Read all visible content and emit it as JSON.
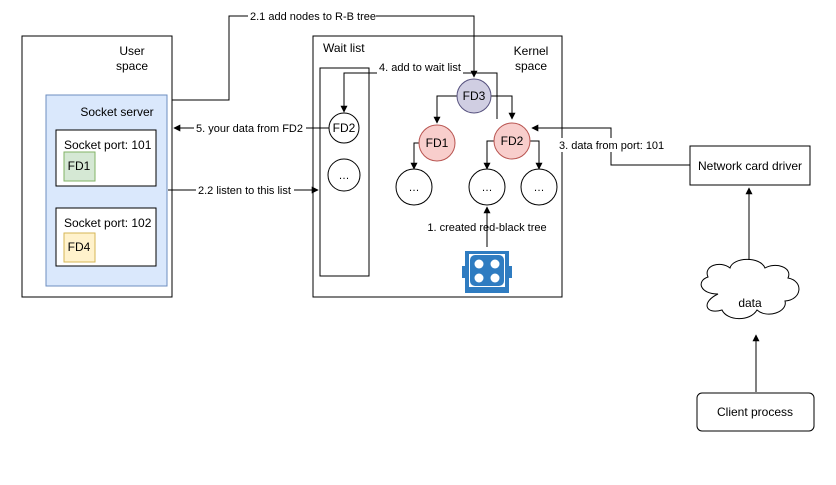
{
  "colors": {
    "socket_server_fill": "#dae8fc",
    "socket_server_stroke": "#6c8ebf",
    "fd1_fill": "#d5e8d4",
    "fd1_stroke": "#82b366",
    "fd4_fill": "#fff2cc",
    "fd4_stroke": "#d6b656",
    "fd3_fill": "#d0cee2",
    "fd3_stroke": "#56517e",
    "fd_red_fill": "#f8cecc",
    "fd_red_stroke": "#b85450",
    "icon_blue": "#2f7cc1"
  },
  "user_space": {
    "title_line1": "User",
    "title_line2": "space",
    "socket_server": {
      "title": "Socket server",
      "port1": {
        "label": "Socket port: 101",
        "fd": "FD1"
      },
      "port2": {
        "label": "Socket port: 102",
        "fd": "FD4"
      }
    }
  },
  "kernel_space": {
    "title_line1": "Kernel",
    "title_line2": "space",
    "wait_list": {
      "title": "Wait list",
      "items": [
        "FD2",
        "…"
      ]
    },
    "tree": {
      "root": "FD3",
      "left": "FD1",
      "right": "FD2",
      "leaves": [
        "…",
        "…",
        "…"
      ]
    },
    "icon": "red-black-tree-grid-icon"
  },
  "network_card_driver": "Network card driver",
  "data_cloud": "data",
  "client_process": "Client process",
  "edges": {
    "add_nodes": "2.1 add nodes to R-B tree",
    "add_to_wait_list": "4. add to wait list",
    "your_data": "5. your data from FD2",
    "listen": "2.2 listen to this list",
    "data_from_port": "3. data from port: 101",
    "created_tree": "1. created red-black tree"
  }
}
